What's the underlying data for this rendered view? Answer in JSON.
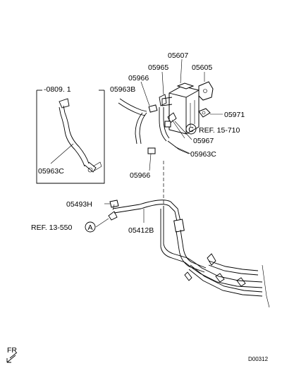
{
  "labels": {
    "p05607": "05607",
    "p05965": "05965",
    "p05605": "05605",
    "p05966_top": "05966",
    "p05963B": "05963B",
    "p05971": "05971",
    "ref_15_710": "REF. 15-710",
    "p05967": "05967",
    "p05963C_main": "05963C",
    "p05966_mid": "05966",
    "date_code": "-0809. 1",
    "p05963C_inset": "05963C",
    "p05493H": "05493H",
    "ref_13_550": "REF. 13-550",
    "p05412B": "05412B",
    "fr": "FR",
    "diagram_code": "D00312"
  },
  "callouts": {
    "C": "C",
    "A": "A"
  }
}
